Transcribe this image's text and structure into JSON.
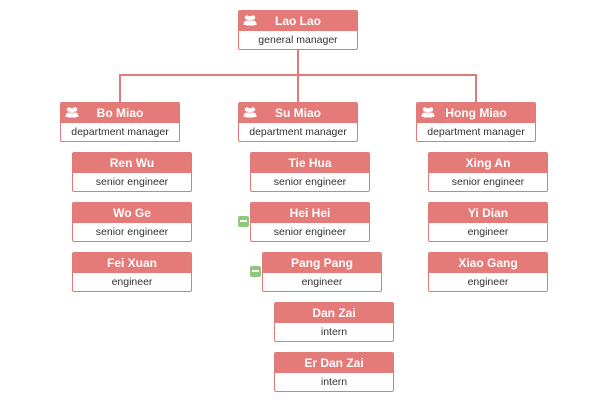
{
  "colors": {
    "header": "#e57b78",
    "border": "#e07a78",
    "line": "#e07a78",
    "toggle": "#8fc97f"
  },
  "nodes": {
    "root": {
      "name": "Lao Lao",
      "title": "general manager",
      "icon": "group-icon"
    },
    "bo": {
      "name": "Bo Miao",
      "title": "department manager",
      "icon": "group-icon"
    },
    "su": {
      "name": "Su Miao",
      "title": "department manager",
      "icon": "group-icon"
    },
    "hong": {
      "name": "Hong Miao",
      "title": "department manager",
      "icon": "group-icon"
    },
    "renwu": {
      "name": "Ren Wu",
      "title": "senior engineer"
    },
    "woge": {
      "name": "Wo Ge",
      "title": "senior engineer"
    },
    "feixuan": {
      "name": "Fei Xuan",
      "title": "engineer"
    },
    "tiehua": {
      "name": "Tie Hua",
      "title": "senior engineer"
    },
    "heihei": {
      "name": "Hei Hei",
      "title": "senior engineer"
    },
    "pangpang": {
      "name": "Pang Pang",
      "title": "engineer"
    },
    "danzai": {
      "name": "Dan Zai",
      "title": "intern"
    },
    "erdanzai": {
      "name": "Er Dan Zai",
      "title": "intern"
    },
    "xingan": {
      "name": "Xing An",
      "title": "senior engineer"
    },
    "yidian": {
      "name": "Yi Dian",
      "title": "engineer"
    },
    "xiaogang": {
      "name": "Xiao Gang",
      "title": "engineer"
    }
  }
}
